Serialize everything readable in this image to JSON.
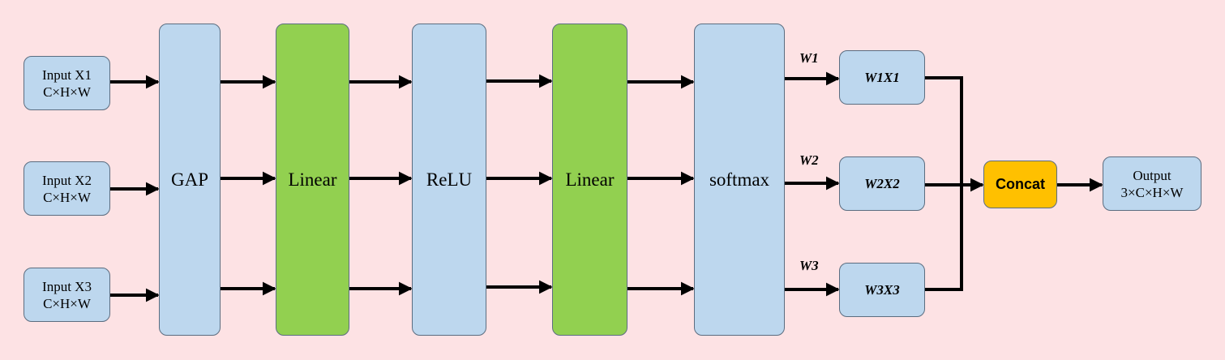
{
  "inputs": [
    {
      "title": "Input X1",
      "shape": "C×H×W"
    },
    {
      "title": "Input X2",
      "shape": "C×H×W"
    },
    {
      "title": "Input X3",
      "shape": "C×H×W"
    }
  ],
  "blocks": {
    "gap": "GAP",
    "linear1": "Linear",
    "relu": "ReLU",
    "linear2": "Linear",
    "softmax": "softmax"
  },
  "weights": [
    "W1",
    "W2",
    "W3"
  ],
  "weighted": [
    "W1X1",
    "W2X2",
    "W3X3"
  ],
  "concat": "Concat",
  "output": {
    "title": "Output",
    "shape": "3×C×H×W"
  },
  "colors": {
    "background": "#fde2e4",
    "blue_block": "#bdd7ee",
    "green_block": "#92d050",
    "concat_block": "#ffc000",
    "arrow": "#000000"
  }
}
